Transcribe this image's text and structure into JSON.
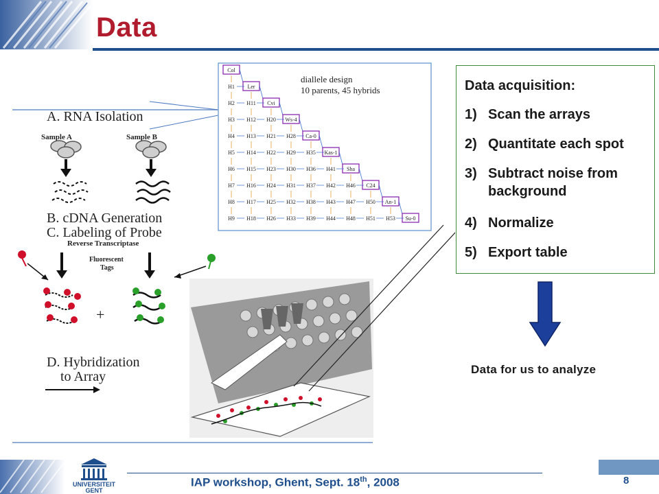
{
  "slide": {
    "title": "Data"
  },
  "figure_left": {
    "section_a": "A. RNA Isolation",
    "sample_a": "Sample A",
    "sample_b": "Sample B",
    "section_b": "B. cDNA Generation",
    "section_c": "C. Labeling of Probe",
    "reverse_transcriptase": "Reverse Transcriptase",
    "fluorescent": "Fluorescent",
    "tags": "Tags",
    "plus": "+",
    "section_d1": "D. Hybridization",
    "section_d2": "to Array"
  },
  "diallele": {
    "caption_line1": "diallele design",
    "caption_line2": "10 parents, 45 hybrids",
    "parents": [
      "Col",
      "Ler",
      "Cvi",
      "Ws-4",
      "Ca-0",
      "Kas-1",
      "Sha",
      "C24",
      "An-1",
      "Su-0"
    ],
    "rows": [
      [
        "H1"
      ],
      [
        "H2",
        "H11"
      ],
      [
        "H3",
        "H12",
        "H20"
      ],
      [
        "H4",
        "H13",
        "H21",
        "H28"
      ],
      [
        "H5",
        "H14",
        "H22",
        "H29",
        "H35"
      ],
      [
        "H6",
        "H15",
        "H23",
        "H30",
        "H36",
        "H41"
      ],
      [
        "H7",
        "H16",
        "H24",
        "H31",
        "H37",
        "H42",
        "H46"
      ],
      [
        "H8",
        "H17",
        "H25",
        "H32",
        "H38",
        "H43",
        "H47",
        "H50"
      ],
      [
        "H9",
        "H18",
        "H26",
        "H33",
        "H39",
        "H44",
        "H48",
        "H51",
        "H53"
      ]
    ]
  },
  "acquisition": {
    "title": "Data acquisition:",
    "steps": [
      {
        "num": "1)",
        "text": "Scan the arrays"
      },
      {
        "num": "2)",
        "text": "Quantitate each spot"
      },
      {
        "num": "3)",
        "text": "Subtract noise from background"
      },
      {
        "num": "4)",
        "text": "Normalize"
      },
      {
        "num": "5)",
        "text": "Export table"
      }
    ],
    "caption": "Data for us to analyze",
    "arrow_color": "#1c3f9c"
  },
  "footer": {
    "event_main": "IAP workshop, Ghent, Sept. 18",
    "event_sup": "th",
    "event_tail": ", 2008",
    "page_number": "8",
    "logo_line1": "UNIVERSITEIT",
    "logo_line2": "GENT"
  },
  "colors": {
    "title_red": "#b01c2e",
    "theme_blue": "#1f4e8c",
    "box_border_green": "#3a8a3a"
  }
}
